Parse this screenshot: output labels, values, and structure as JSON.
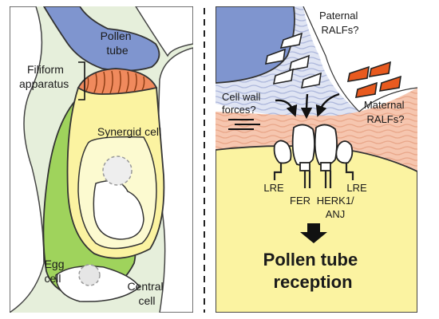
{
  "left_panel": {
    "pollen_tube": [
      "Pollen",
      "tube"
    ],
    "filiform_apparatus": [
      "Filiform",
      "apparatus"
    ],
    "synergid_cell": "Synergid cell",
    "egg_cell": [
      "Egg",
      "cell"
    ],
    "central_cell": [
      "Central",
      "cell"
    ]
  },
  "right_panel": {
    "paternal_ralfs": [
      "Paternal",
      "RALFs?"
    ],
    "maternal_ralfs": [
      "Maternal",
      "RALFs?"
    ],
    "cell_wall_forces": [
      "Cell wall",
      "forces?"
    ],
    "lre_left": "LRE",
    "lre_right": "LRE",
    "fer": "FER",
    "herk1_anj": [
      "HERK1/",
      "ANJ"
    ],
    "outcome": [
      "Pollen tube",
      "reception"
    ]
  },
  "colors": {
    "pollen_tube_blue": "#7f95cf",
    "filiform_orange": "#f08a5d",
    "synergid_yellow": "#fbf3a1",
    "egg_green": "#9fd35c",
    "tissue_bg": "#e6efdb",
    "maternal_ralf": "#e85a1f",
    "pink_wall": "#f5c2ab"
  }
}
